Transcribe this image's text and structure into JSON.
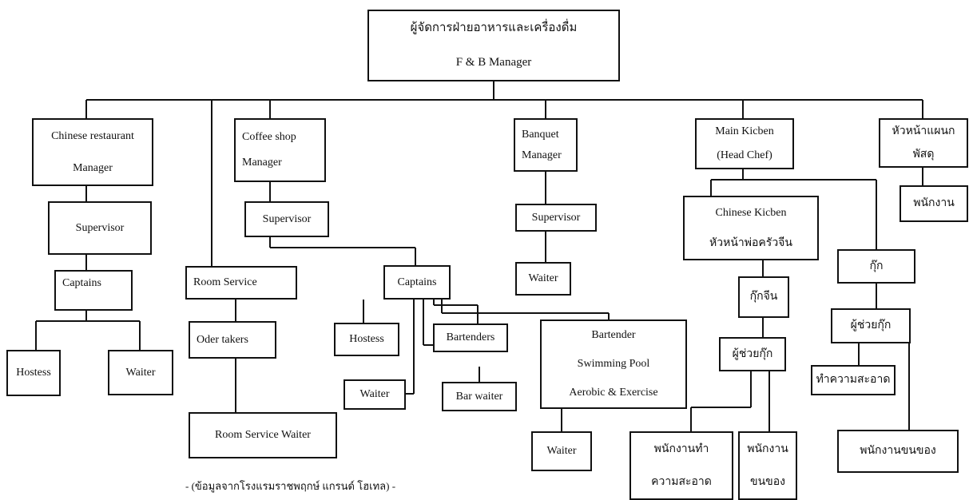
{
  "top": {
    "th": "ผู้จัดการฝ่ายอาหารและเครื่องดื่ม",
    "en": "F & B  Manager"
  },
  "chinese_restaurant": {
    "manager": [
      "Chinese restaurant",
      "Manager"
    ],
    "supervisor": "Supervisor",
    "captains": "Captains",
    "hostess": "Hostess",
    "waiter": "Waiter"
  },
  "coffee_shop": {
    "manager": [
      "Coffee shop",
      "Manager"
    ],
    "supervisor": "Supervisor",
    "captains": "Captains",
    "hostess": "Hostess",
    "waiter": "Waiter",
    "bartenders": "Bartenders",
    "bar_waiter": "Bar waiter",
    "pool": [
      "Bartender",
      "Swimming  Pool",
      "Aerobic  &  Exercise"
    ],
    "pool_waiter": "Waiter"
  },
  "room_service": {
    "title": "Room Service",
    "order_takers": "Oder takers",
    "waiter": "Room Service Waiter"
  },
  "banquet": {
    "manager": [
      "Banquet",
      "Manager"
    ],
    "supervisor": "Supervisor",
    "waiter": "Waiter"
  },
  "kitchen": {
    "head": [
      "Main  Kicben",
      "(Head Chef)"
    ],
    "chinese": [
      "Chinese Kicben",
      "หัวหน้าพ่อครัวจีน"
    ],
    "cook_chinese": "กุ๊กจีน",
    "assistant": "ผู้ช่วยกุ๊ก",
    "cleaner": [
      "พนักงานทำ",
      "ความสะอาด"
    ],
    "porter": [
      "พนักงาน",
      "ขนของ"
    ],
    "cook": "กุ๊ก",
    "assistant2": "ผู้ช่วยกุ๊ก",
    "cleaning": "ทำความสะอาด",
    "porter2": "พนักงานขนของ"
  },
  "supplies": {
    "head": [
      "หัวหน้าแผนก",
      "พัสดุ"
    ],
    "staff": "พนักงาน"
  },
  "caption": "-  (ข้อมูลจากโรงแรมราชพฤกษ์ แกรนด์ โฮเทล)  -"
}
